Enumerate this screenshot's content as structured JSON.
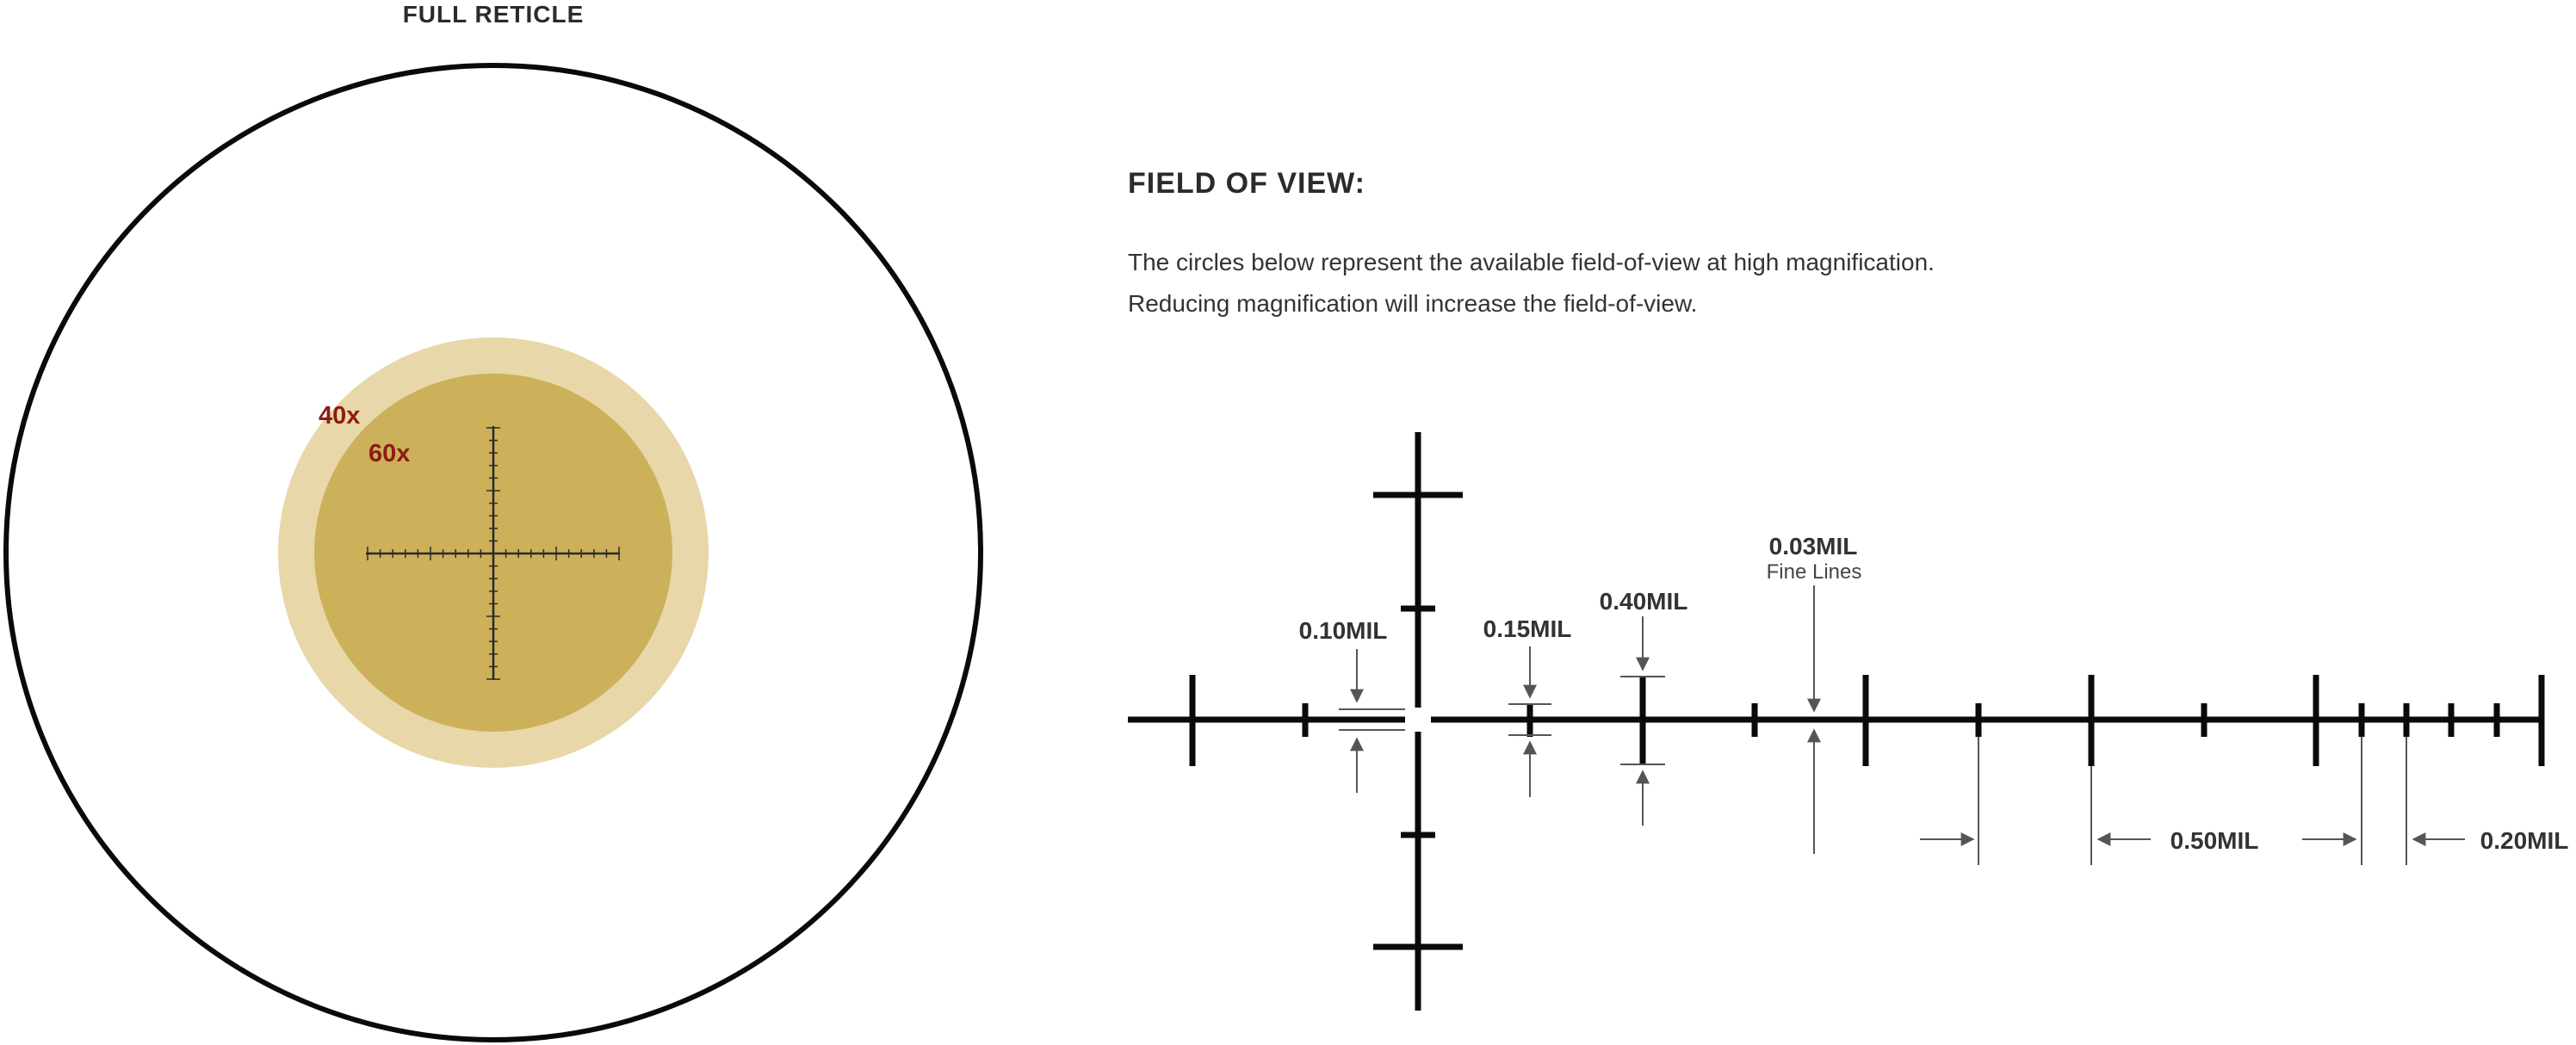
{
  "reticle": {
    "title": "FULL RETICLE",
    "mag_outer": "40x",
    "mag_inner": "60x"
  },
  "fov": {
    "heading": "FIELD OF VIEW:",
    "line1": "The circles below represent the available field-of-view at high magnification.",
    "line2": "Reducing magnification will increase the field-of-view."
  },
  "callouts": {
    "c010": "0.10MIL",
    "c015": "0.15MIL",
    "c040": "0.40MIL",
    "c003": "0.03MIL",
    "c003_sub": "Fine Lines",
    "c050": "0.50MIL",
    "c020": "0.20MIL"
  },
  "colors": {
    "accent_text": "#8c1c13",
    "fov_outer": "#e8d7a8",
    "fov_inner": "#cdb05a",
    "line": "#0a0a0a",
    "arrow": "#555555"
  }
}
